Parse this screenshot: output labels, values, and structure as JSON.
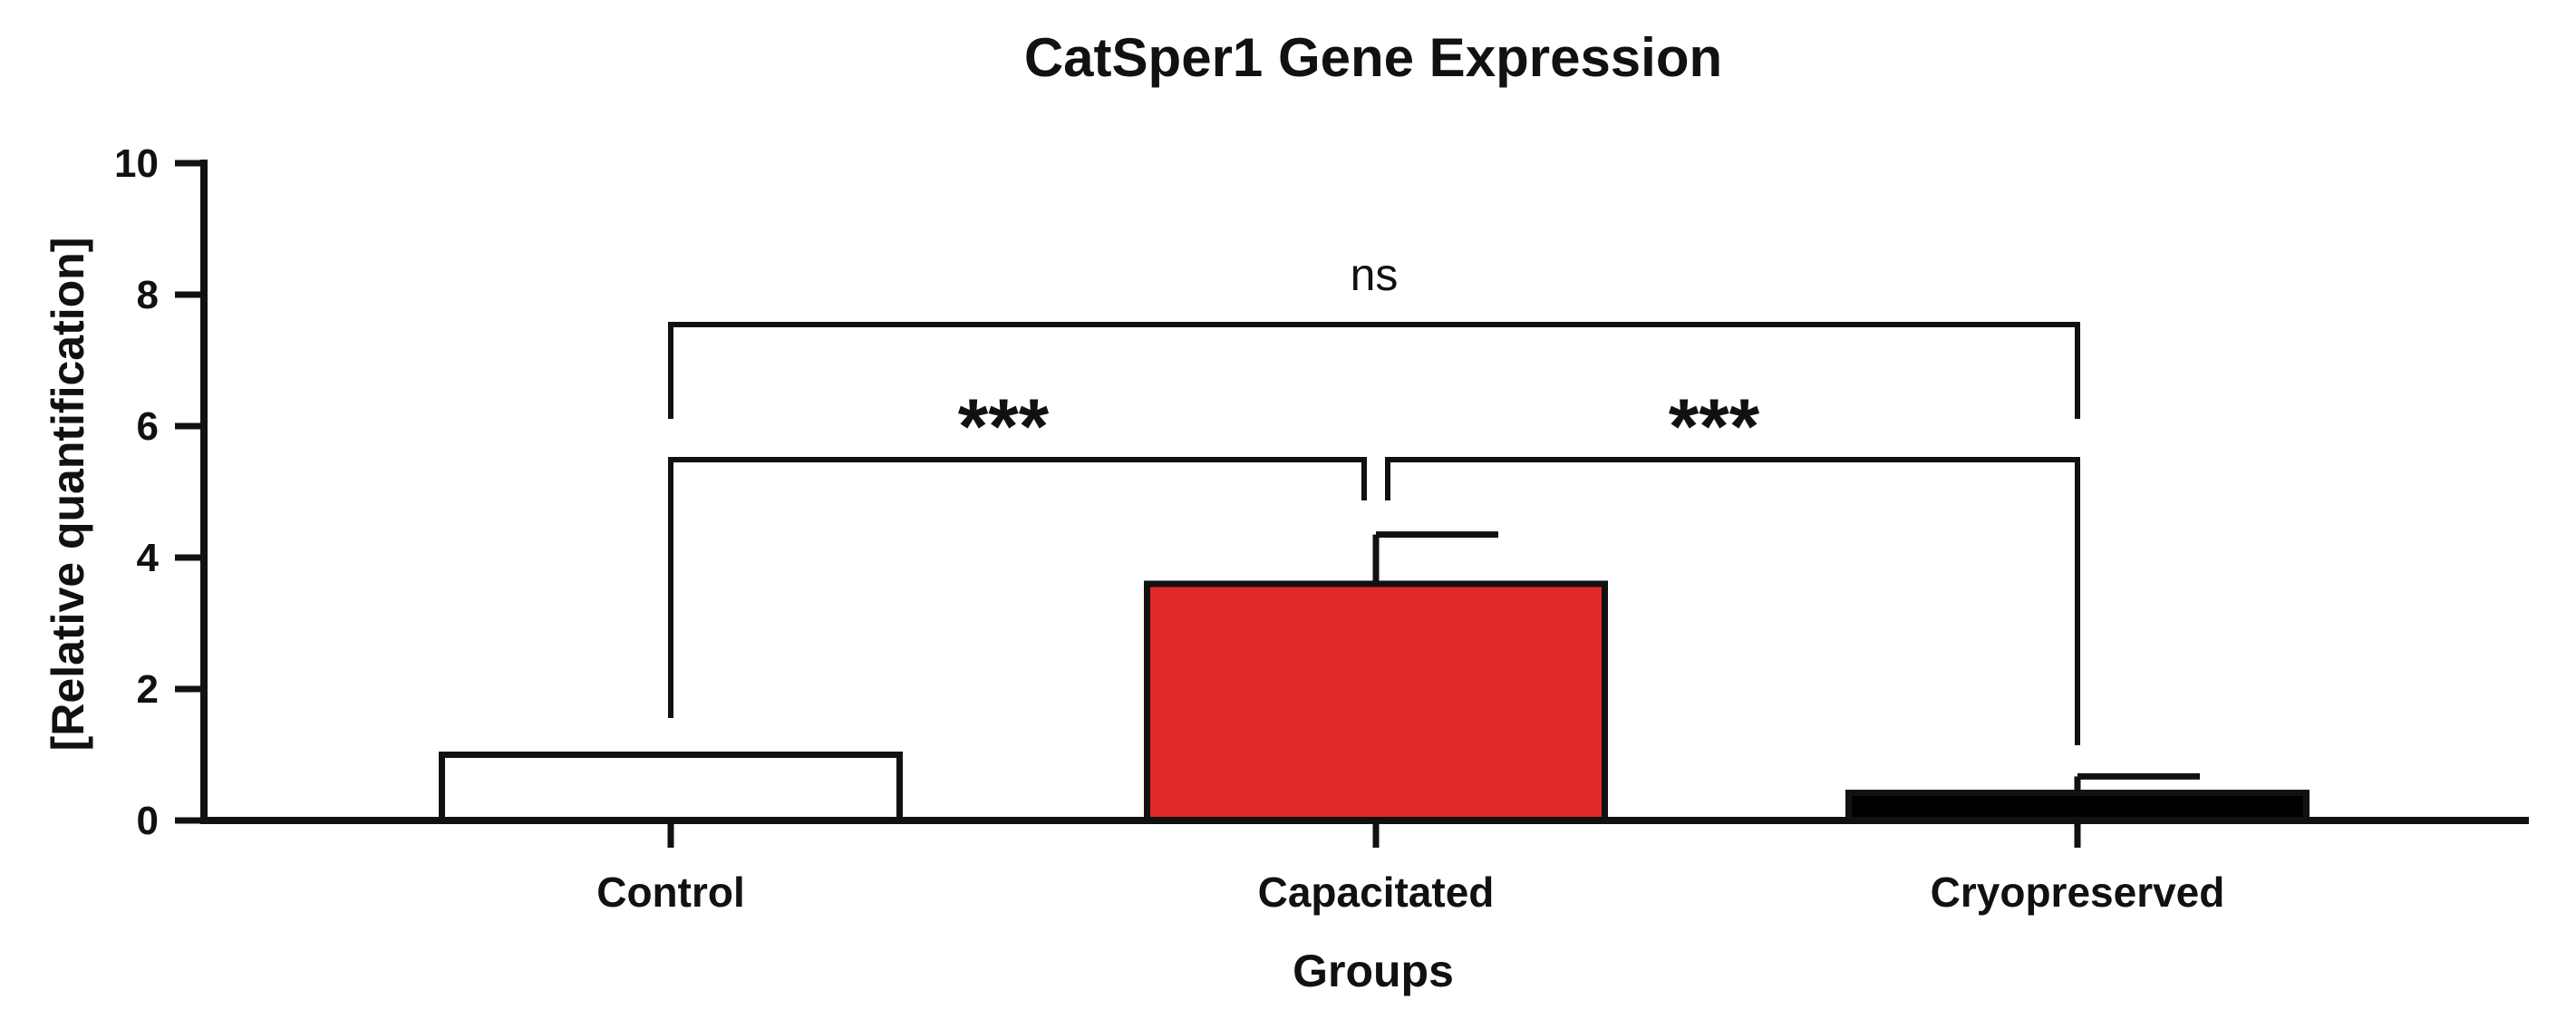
{
  "chart_data": {
    "type": "bar",
    "title": "CatSper1 Gene Expression",
    "xlabel": "Groups",
    "ylabel": "[Relative quantification]",
    "ylim": [
      0,
      10
    ],
    "yticks": [
      0,
      2,
      4,
      6,
      8,
      10
    ],
    "categories": [
      "Control",
      "Capacitated",
      "Cryopreserved"
    ],
    "values": [
      1.0,
      3.6,
      0.42
    ],
    "errors": [
      0,
      0.75,
      0.25
    ],
    "bar_colors": [
      "#ffffff",
      "#e02a27",
      "#000000"
    ],
    "comparisons": [
      {
        "groups": [
          "Control",
          "Cryopreserved"
        ],
        "label": "ns"
      },
      {
        "groups": [
          "Control",
          "Capacitated"
        ],
        "label": "***"
      },
      {
        "groups": [
          "Capacitated",
          "Cryopreserved"
        ],
        "label": "***"
      }
    ]
  }
}
